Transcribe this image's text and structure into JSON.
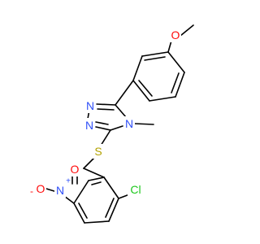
{
  "molecule": {
    "atoms": {
      "O_methoxy": {
        "text": "O",
        "color": "#ff0d0d"
      },
      "N1": {
        "text": "N",
        "color": "#3050f8"
      },
      "N2": {
        "text": "N",
        "color": "#3050f8"
      },
      "N4": {
        "text": "N",
        "color": "#3050f8"
      },
      "S": {
        "text": "S",
        "color": "#b2a200"
      },
      "N_nitro": {
        "text": "N",
        "color": "#3050f8"
      },
      "N_nitro_charge": {
        "text": "+",
        "color": "#3050f8"
      },
      "O_nitro_double": {
        "text": "O",
        "color": "#ff0d0d"
      },
      "O_nitro_minus": {
        "text": "O",
        "color": "#ff0d0d"
      },
      "O_nitro_charge": {
        "text": "-",
        "color": "#ff0d0d"
      },
      "Cl": {
        "text": "Cl",
        "color": "#1ec81e"
      }
    }
  }
}
